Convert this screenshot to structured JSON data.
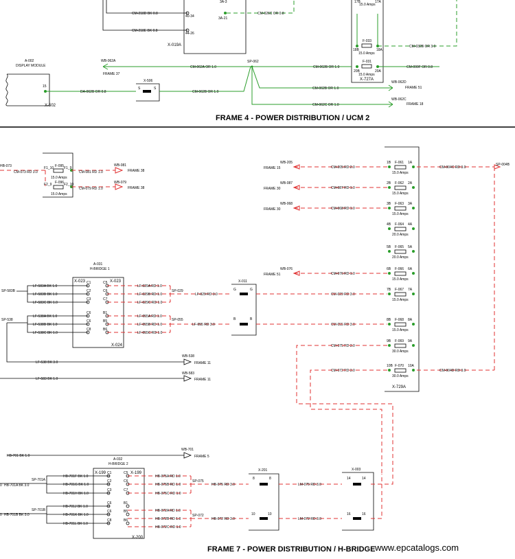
{
  "frames": {
    "ucm2": "FRAME 4 - POWER DISTRIBUTION / UCM 2",
    "hbridge": "FRAME 7 - POWER DISTRIBUTION / H-BRIDGE"
  },
  "watermark": "www.epcatalogs.com",
  "colors": {
    "power": "#e03030",
    "signal": "#2a9d2a",
    "ground": "#000000"
  },
  "top": {
    "x019a": {
      "name": "X-019A",
      "pins": [
        "40-34",
        "44-26",
        "3A-3",
        "3A-21"
      ]
    },
    "wires_left": [
      "CM-218D BK 0.8",
      "CM-218E BK 0.8"
    ],
    "cm026c": "CM-026C OR 0.8",
    "x727a": {
      "name": "X-727A",
      "fuses": [
        {
          "id": "F-033",
          "rating": "15.0 Amps",
          "pin_in": "18B",
          "pin_out": "18A"
        },
        {
          "id": "F-031",
          "rating": "15.0 Amps",
          "pin_in": "20B",
          "pin_out": "20A"
        }
      ],
      "top_label": "17B",
      "top_label2": "17A",
      "top_rating": "15.0 Amps"
    },
    "cm032b": "CM-032B OR 3.0",
    "cm099f": "CM-099F OR 0.8",
    "a002": {
      "ref": "A-002",
      "name": "DISPLAY MODULE",
      "pin": "15",
      "conn": "X-502"
    },
    "da062b": "DA-062B OR 0.8",
    "x506": {
      "name": "X-506",
      "pin": "S"
    },
    "wb062a": {
      "ref": "WB-062A",
      "frame": "FRAME 37"
    },
    "cm062a": "CM-062A OR 1.0",
    "cm062b_left": "CM-062B OR 1.0",
    "sp062": "SP-062",
    "cm062b": "CM-062B OR 1.0",
    "wb062d": {
      "ref": "WB-062D",
      "frame": "FRAME 51"
    },
    "cm062c": "CM-062C OR 1.0",
    "wb062c": {
      "ref": "WB-062C",
      "frame": "FRAME 18"
    }
  },
  "fuse_small": {
    "hb073": "HB-073",
    "cm073": "CM-073 RD 3.0",
    "f095": {
      "id": "F-095",
      "pin_in": "F1_10",
      "pin_out": "F1_9",
      "rating": "15.0 Amps"
    },
    "f096": {
      "id": "F-096",
      "pin_in": "F2_9",
      "pin_out": "F2_10",
      "rating": "15.0 Amps"
    },
    "cm081": "CM-081 RD 1.0",
    "wb081": {
      "ref": "WB-081",
      "frame": "FRAME 38"
    },
    "cm079": "CM-079 RD 1.0",
    "wb079": {
      "ref": "WB-079",
      "frame": "FRAME 38"
    }
  },
  "x729a": {
    "name": "X-729A",
    "rows": [
      {
        "wb": "WB-205",
        "frame": "FRAME 15",
        "wire": "CM-205 RD 2.0",
        "pin_in": "1B",
        "fuse": "F-061",
        "pin_out": "1A",
        "rating": "15.0 Amps"
      },
      {
        "wb": "WB-087",
        "frame": "FRAME 30",
        "wire": "CM-087 RD 1.0",
        "pin_in": "2B",
        "fuse": "F-062",
        "pin_out": "2A",
        "rating": "15.0 Amps"
      },
      {
        "wb": "WB-068",
        "frame": "FRAME 30",
        "wire": "CM-068 RD 1.0",
        "pin_in": "3B",
        "fuse": "F-063",
        "pin_out": "3A",
        "rating": "15.0 Amps"
      },
      {
        "wb": "",
        "frame": "",
        "wire": "",
        "pin_in": "4B",
        "fuse": "F-064",
        "pin_out": "4A",
        "rating": "20.0 Amps"
      },
      {
        "wb": "",
        "frame": "",
        "wire": "",
        "pin_in": "5B",
        "fuse": "F-065",
        "pin_out": "5A",
        "rating": "20.0 Amps"
      },
      {
        "wb": "WB-076",
        "frame": "FRAME 51",
        "wire": "CM-076 RD 1.0",
        "pin_in": "6B",
        "fuse": "F-066",
        "pin_out": "6A",
        "rating": "15.0 Amps"
      },
      {
        "wb": "",
        "frame": "",
        "wire": "CM-029 RD 3.0",
        "pin_in": "7B",
        "fuse": "F-067",
        "pin_out": "7A",
        "rating": "15.0 Amps"
      },
      {
        "wb": "",
        "frame": "",
        "wire": "CM-055 RD 3.0",
        "pin_in": "8B",
        "fuse": "F-068",
        "pin_out": "8A",
        "rating": "15.0 Amps"
      },
      {
        "wb": "",
        "frame": "",
        "wire": "CM-075 RD 3.0",
        "pin_in": "9B",
        "fuse": "F-069",
        "pin_out": "9A",
        "rating": "30.0 Amps"
      },
      {
        "wb": "",
        "frame": "",
        "wire": "CM-072 RD 3.0",
        "pin_in": "10B",
        "fuse": "F-070",
        "pin_out": "10A",
        "rating": "30.0 Amps"
      }
    ],
    "out_top": "CM-004C RD 3.0",
    "out_top_sp": "SP-004B",
    "out_bottom": "CM-004D RD 3.0"
  },
  "hbridge1": {
    "ref": "A-031",
    "name": "H-BRIDGE 1",
    "conn_left": "X-023",
    "conn_right": "X-023",
    "conn_bottom": "X-024",
    "left_pins": [
      "C1",
      "C2",
      "C3",
      "C6",
      "C6",
      "C8"
    ],
    "right_pins": [
      "C5",
      "C6",
      "C7",
      "B1",
      "B5",
      "B6"
    ],
    "sp583b": "SP-583B",
    "lf583": [
      "LF-583A BK 1.0",
      "LF-583B BK 1.0",
      "LF-583C BK 1.0"
    ],
    "sp538": "SP-538",
    "lf538": [
      "LF-538A BK 1.0",
      "LF-538B BK 1.0",
      "LF-538C BK 1.0"
    ],
    "lf029": [
      "LF-029A RD 1.0",
      "LF-029B RD 1.0",
      "LF-029C RD 1.0"
    ],
    "sp029": "SP-029",
    "lf029_out": "LF-029 RD 3.0",
    "lf055": [
      "LF-055A RD 1.0",
      "LF-055B RD 1.0",
      "LF-055C RD 1.0"
    ],
    "sp055": "SP-055",
    "lf055_out": "LF-055 RD 3.0",
    "lf538_out": "LF-538 BK 3.0",
    "wb538": {
      "ref": "WB-538",
      "frame": "FRAME 11"
    },
    "lf583_out": "LF-583 BK 1.0",
    "wb583": {
      "ref": "WB-583",
      "frame": "FRAME 11"
    }
  },
  "x011": {
    "name": "X-011",
    "pins": [
      "G",
      "G",
      "B",
      "B"
    ]
  },
  "hbridge2": {
    "ref": "A-032",
    "name": "H-BRIDGE 2",
    "conn_left": "X-199",
    "conn_right": "X-199",
    "conn_bottom": "X-200",
    "left_pins": [
      "C1",
      "C2",
      "C3",
      "C6",
      "C6",
      "C8"
    ],
    "right_pins": [
      "C5",
      "C6",
      "C7",
      "B1",
      "B5",
      "B6"
    ],
    "hb701": "HB-701 BK 1.0",
    "wb701": {
      "ref": "WB-701",
      "frame": "FRAME 5"
    },
    "sp701a": "SP-701A",
    "hb701a": "HB-701A BK 3.0",
    "hb701_top": [
      "HB-701F BK 1.0",
      "HB-701G BK 1.0",
      "HB-701H BK 1.0"
    ],
    "sp701b": "SP-701B",
    "hb701b": "HB-701B BK 3.0",
    "hb701_bot": [
      "HB-701J BK 1.0",
      "HB-701K BK 1.0",
      "HB-701L BK 1.0"
    ],
    "hb075": [
      "HB-075A RD 1.0",
      "HB-075B RD 1.0",
      "HB-075C RD 1.0"
    ],
    "sp075": "SP-075",
    "hb075_out": "HB-075 RD 3.0",
    "hb072": [
      "HB-072A RD 1.0",
      "HB-072B RD 1.0",
      "HB-072C RD 1.0"
    ],
    "sp072": "SP-072",
    "hb072_out": "HB-072 RD 3.0",
    "zero": "0"
  },
  "x201": {
    "name": "X-201",
    "pins": [
      "8",
      "8",
      "10",
      "10"
    ]
  },
  "x003": {
    "name": "X-003",
    "pins": [
      "14",
      "14",
      "16",
      "16"
    ]
  },
  "lm075": "LM-075 RD 3.0",
  "lm072": "LM-072 RD 3.0"
}
